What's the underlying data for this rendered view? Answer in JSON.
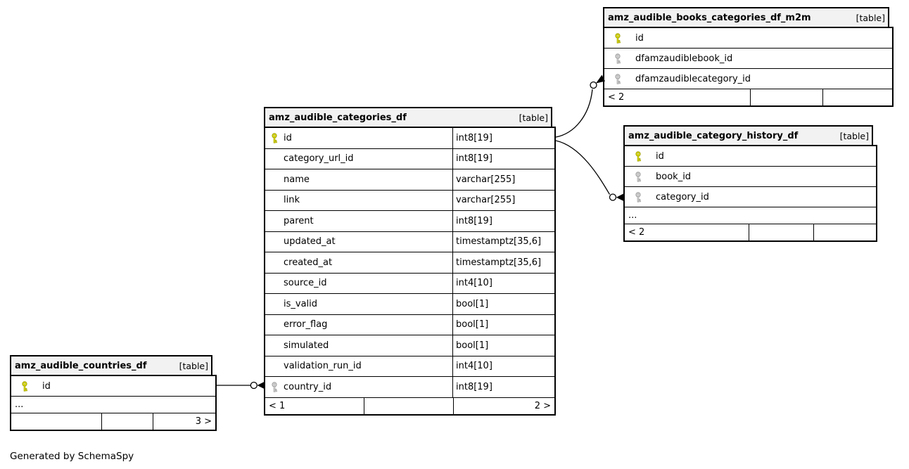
{
  "caption": "Generated by SchemaSpy",
  "colors": {
    "header_bg": "#f2f2f2",
    "border": "#000000",
    "line": "#000000",
    "pk_key_fill": "#e8e816",
    "pk_key_stroke": "#9d9d00",
    "fk_key_fill": "#dcdcdc",
    "fk_key_stroke": "#9a9a9a"
  },
  "tables": [
    {
      "id": "books-categories-m2m",
      "name": "amz_audible_books_categories_df_m2m",
      "tag": "[table]",
      "columns": [
        {
          "name": "id",
          "key": "primary"
        },
        {
          "name": "dfamzaudiblebook_id",
          "key": "foreign"
        },
        {
          "name": "dfamzaudiblecategory_id",
          "key": "foreign"
        }
      ],
      "extra_row": null,
      "footer": [
        "< 2",
        "",
        ""
      ]
    },
    {
      "id": "categories",
      "name": "amz_audible_categories_df",
      "tag": "[table]",
      "columns": [
        {
          "name": "id",
          "key": "primary",
          "type": "int8[19]"
        },
        {
          "name": "category_url_id",
          "key": null,
          "type": "int8[19]"
        },
        {
          "name": "name",
          "key": null,
          "type": "varchar[255]"
        },
        {
          "name": "link",
          "key": null,
          "type": "varchar[255]"
        },
        {
          "name": "parent",
          "key": null,
          "type": "int8[19]"
        },
        {
          "name": "updated_at",
          "key": null,
          "type": "timestamptz[35,6]"
        },
        {
          "name": "created_at",
          "key": null,
          "type": "timestamptz[35,6]"
        },
        {
          "name": "source_id",
          "key": null,
          "type": "int4[10]"
        },
        {
          "name": "is_valid",
          "key": null,
          "type": "bool[1]"
        },
        {
          "name": "error_flag",
          "key": null,
          "type": "bool[1]"
        },
        {
          "name": "simulated",
          "key": null,
          "type": "bool[1]"
        },
        {
          "name": "validation_run_id",
          "key": null,
          "type": "int4[10]"
        },
        {
          "name": "country_id",
          "key": "foreign",
          "type": "int8[19]"
        }
      ],
      "extra_row": null,
      "footer": [
        "< 1",
        "",
        "2 >"
      ]
    },
    {
      "id": "category-history",
      "name": "amz_audible_category_history_df",
      "tag": "[table]",
      "columns": [
        {
          "name": "id",
          "key": "primary"
        },
        {
          "name": "book_id",
          "key": "foreign"
        },
        {
          "name": "category_id",
          "key": "foreign"
        }
      ],
      "extra_row": "...",
      "footer": [
        "< 2",
        "",
        ""
      ]
    },
    {
      "id": "countries",
      "name": "amz_audible_countries_df",
      "tag": "[table]",
      "columns": [
        {
          "name": "id",
          "key": "primary"
        }
      ],
      "extra_row": "...",
      "footer": [
        "",
        "",
        "3 >"
      ]
    }
  ],
  "relationships": [
    {
      "from": "amz_audible_categories_df.id",
      "to": "amz_audible_books_categories_df_m2m.dfamzaudiblecategory_id"
    },
    {
      "from": "amz_audible_categories_df.id",
      "to": "amz_audible_category_history_df.category_id"
    },
    {
      "from": "amz_audible_countries_df.id",
      "to": "amz_audible_categories_df.country_id"
    }
  ]
}
